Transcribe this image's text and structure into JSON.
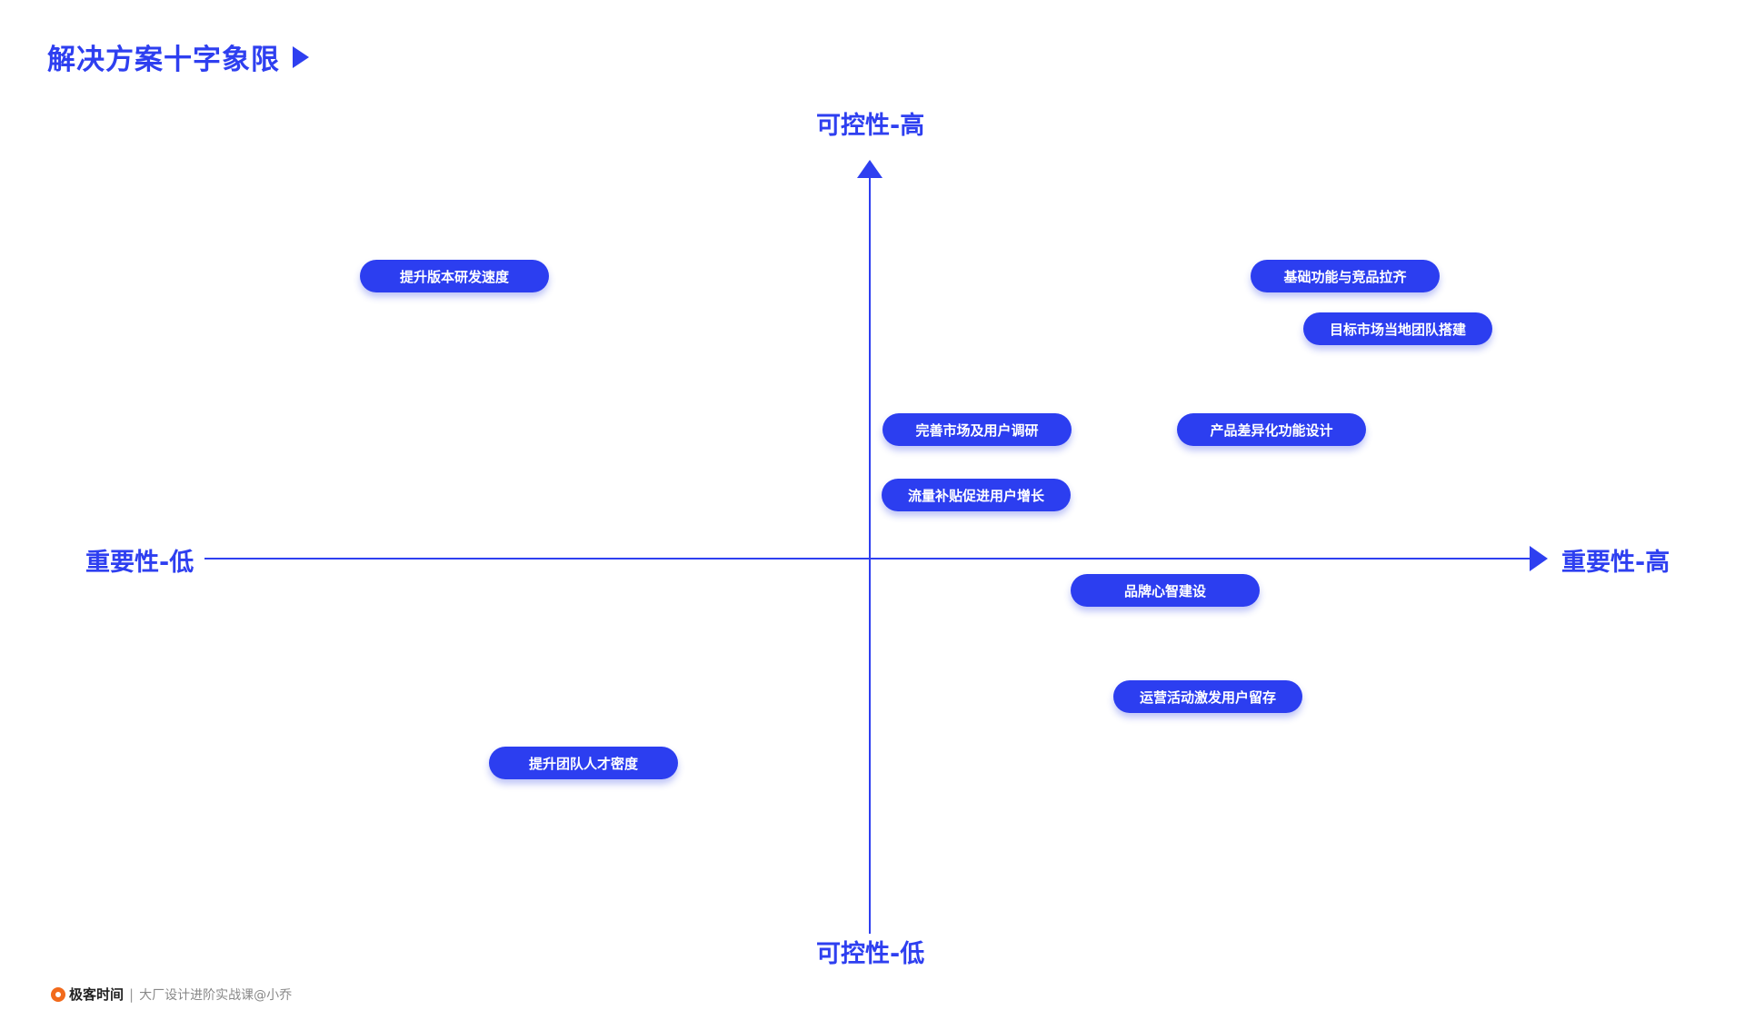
{
  "title": "解决方案十字象限",
  "axes": {
    "y_high": "可控性-高",
    "y_low": "可控性-低",
    "x_low": "重要性-低",
    "x_high": "重要性-高"
  },
  "items": [
    "提升版本研发速度",
    "基础功能与竞品拉齐",
    "目标市场当地团队搭建",
    "完善市场及用户调研",
    "产品差异化功能设计",
    "流量补贴促进用户增长",
    "品牌心智建设",
    "运营活动激发用户留存",
    "提升团队人才密度"
  ],
  "footer": {
    "brand": "极客时间",
    "separator": "|",
    "course": "大厂设计进阶实战课@小乔"
  },
  "colors": {
    "accent": "#2e3ff0",
    "pill": "#2c3ef0",
    "logo": "#f26a1b"
  }
}
